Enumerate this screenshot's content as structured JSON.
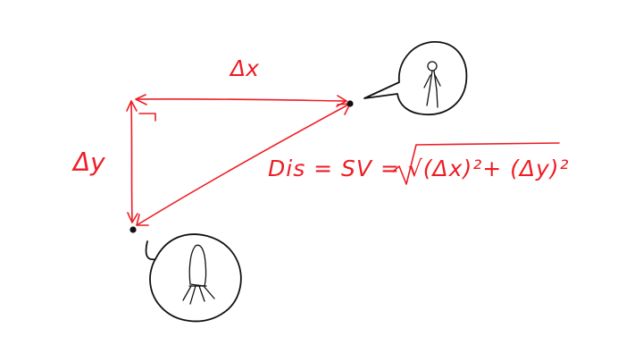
{
  "labels": {
    "delta_x": "Δx",
    "delta_y": "Δy",
    "formula": "Dis = SV = √(Δx)²+ (Δy)²"
  },
  "colors": {
    "ink_red": "#ee1c24",
    "ink_black": "#111111",
    "background": "#ffffff"
  },
  "icons": {
    "observer": "standing-person-icon",
    "target": "rocket-icon",
    "right_angle": "right-angle-marker-icon"
  }
}
